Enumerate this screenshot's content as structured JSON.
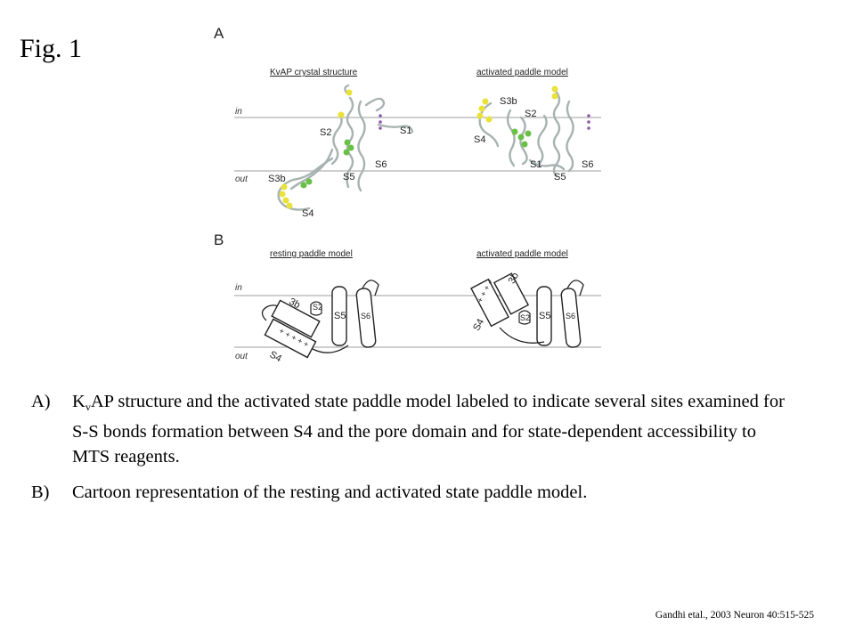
{
  "fig_title": "Fig. 1",
  "panel_a": {
    "letter": "A",
    "left_title": "KvAP crystal structure",
    "right_title": "activated paddle model",
    "in_label": "in",
    "out_label": "out",
    "left_labels": {
      "s1": "S1",
      "s2": "S2",
      "s3b": "S3b",
      "s4": "S4",
      "s5": "S5",
      "s6": "S6"
    },
    "right_labels": {
      "s3b": "S3b",
      "s2": "S2",
      "s4": "S4",
      "s1": "S1",
      "s5": "S5",
      "s6": "S6"
    }
  },
  "panel_b": {
    "letter": "B",
    "left_title": "resting paddle model",
    "right_title": "activated paddle model",
    "in_label": "in",
    "out_label": "out",
    "left_labels": {
      "s3b": "3b",
      "s2": "S2",
      "s5": "S5",
      "s6": "S6",
      "s4": "S4",
      "charges": "+ + + + +"
    },
    "right_labels": {
      "s3b": "3b",
      "s2": "S2",
      "s5": "S5",
      "s6": "S6",
      "s4": "S4",
      "charges": "+ + + +"
    }
  },
  "caption": {
    "items": [
      {
        "marker": "A)",
        "text_k": "K",
        "text_sub": "v",
        "text_rest": "AP structure and the activated state paddle model labeled to indicate several sites examined for S-S bonds formation between S4 and the pore domain and for state-dependent accessibility to MTS reagents."
      },
      {
        "marker": "B)",
        "text": "Cartoon representation of the resting and activated state paddle model."
      }
    ]
  },
  "citation": "Gandhi etal., 2003 Neuron 40:515-525",
  "colors": {
    "helix": "#a7b3b1",
    "yellow_site": "#e8e23a",
    "green_site": "#69c046",
    "purple_dots": "#8a5aa8",
    "membrane_line": "#bdbdbd"
  }
}
